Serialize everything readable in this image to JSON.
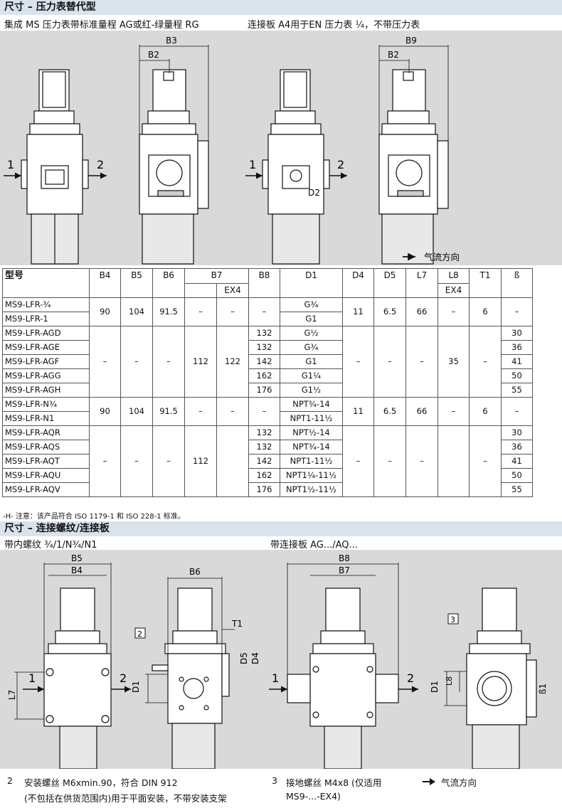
{
  "section1": {
    "title": "尺寸 – 压力表替代型",
    "left_caption": "集成 MS 压力表带标准量程 AG或红-绿量程 RG",
    "right_caption": "连接板 A4用于EN 压力表 ¼，不带压力表",
    "flow_label": "气流方向",
    "dims": {
      "b2": "B2",
      "b3": "B3",
      "b9": "B9",
      "d2": "D2",
      "port1": "1",
      "port2": "2"
    }
  },
  "table": {
    "headers": [
      "型号",
      "B4",
      "B5",
      "B6",
      "B7",
      "B8",
      "D1",
      "D4",
      "D5",
      "L7",
      "L8",
      "T1",
      "ß"
    ],
    "sub_b7": "EX4",
    "sub_l8": "EX4",
    "rows": [
      [
        "MS9-LFR-¾",
        "90",
        "104",
        "91.5",
        "–",
        "–",
        "–",
        "G¾",
        "11",
        "6.5",
        "66",
        "–",
        "6",
        "–"
      ],
      [
        "MS9-LFR-1",
        "",
        "",
        "",
        "",
        "",
        "",
        "G1",
        "",
        "",
        "",
        "",
        "",
        ""
      ],
      [
        "MS9-LFR-AGD",
        "–",
        "–",
        "–",
        "112",
        "122",
        "132",
        "G½",
        "–",
        "–",
        "–",
        "35",
        "–",
        "30"
      ],
      [
        "MS9-LFR-AGE",
        "",
        "",
        "",
        "",
        "",
        "132",
        "G¾",
        "",
        "",
        "",
        "",
        "",
        "36"
      ],
      [
        "MS9-LFR-AGF",
        "",
        "",
        "",
        "",
        "",
        "142",
        "G1",
        "",
        "",
        "",
        "",
        "",
        "41"
      ],
      [
        "MS9-LFR-AGG",
        "",
        "",
        "",
        "",
        "",
        "162",
        "G1¼",
        "",
        "",
        "",
        "",
        "",
        "50"
      ],
      [
        "MS9-LFR-AGH",
        "",
        "",
        "",
        "",
        "",
        "176",
        "G1½",
        "",
        "",
        "",
        "",
        "",
        "55"
      ],
      [
        "MS9-LFR-N¾",
        "90",
        "104",
        "91.5",
        "–",
        "–",
        "–",
        "NPT¾-14",
        "11",
        "6.5",
        "66",
        "–",
        "6",
        "–"
      ],
      [
        "MS9-LFR-N1",
        "",
        "",
        "",
        "",
        "",
        "",
        "NPT1-11½",
        "",
        "",
        "",
        "",
        "",
        ""
      ],
      [
        "MS9-LFR-AQR",
        "–",
        "–",
        "–",
        "112",
        "",
        "132",
        "NPT½-14",
        "–",
        "–",
        "–",
        "",
        "–",
        "30"
      ],
      [
        "MS9-LFR-AQS",
        "",
        "",
        "",
        "",
        "",
        "132",
        "NPT¾-14",
        "",
        "",
        "",
        "",
        "",
        "36"
      ],
      [
        "MS9-LFR-AQT",
        "",
        "",
        "",
        "",
        "",
        "142",
        "NPT1-11½",
        "",
        "",
        "",
        "",
        "",
        "41"
      ],
      [
        "MS9-LFR-AQU",
        "",
        "",
        "",
        "",
        "",
        "162",
        "NPT1¼-11½",
        "",
        "",
        "",
        "",
        "",
        "50"
      ],
      [
        "MS9-LFR-AQV",
        "",
        "",
        "",
        "",
        "",
        "176",
        "NPT1½-11½",
        "",
        "",
        "",
        "",
        "",
        "55"
      ]
    ]
  },
  "note": "-H- 注意：该产品符合 ISO 1179-1 和 ISO 228-1 标准。",
  "section2": {
    "title": "尺寸 – 连接螺纹/连接板",
    "left_caption": "带内螺纹 ¾/1/N¾/N1",
    "right_caption": "带连接板 AG.../AQ...",
    "dims": {
      "b4": "B4",
      "b5": "B5",
      "b6": "B6",
      "b7": "B7",
      "b8": "B8",
      "t1": "T1",
      "d1": "D1",
      "d4": "D4",
      "d5": "D5",
      "l7": "L7",
      "l8": "L8",
      "beta": "ß1",
      "c2": "2",
      "c3": "3"
    }
  },
  "footer": {
    "item2_num": "2",
    "item2_line1": "安装螺丝 M6xmin.90，符合 DIN 912",
    "item2_line2": "(不包括在供货范围内)用于平面安装，不带安装支架",
    "item3_num": "3",
    "item3_line1": "接地螺丝 M4x8 (仅适用",
    "item3_line2": "MS9-...-EX4)",
    "flow_label": "气流方向"
  }
}
